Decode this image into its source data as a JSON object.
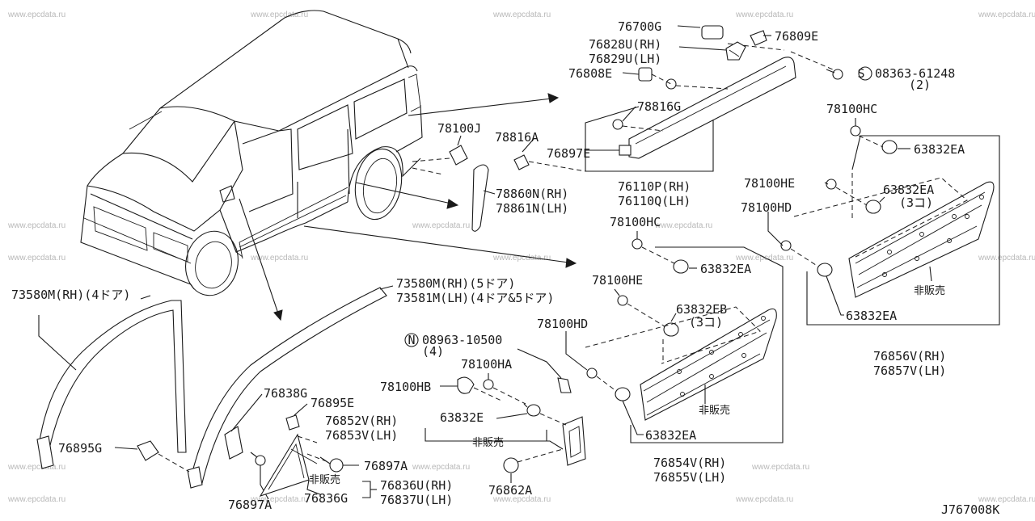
{
  "diagram": {
    "ref_code": "J767008K",
    "watermark": "www.epcdata.ru",
    "labels": {
      "p76700G": "76700G",
      "p76809E": "76809E",
      "p76828U": "76828U(RH)",
      "p76829U": "76829U(LH)",
      "p76808E": "76808E",
      "p08363": "08363-61248",
      "p08363q": "(2)",
      "p78816G": "78816G",
      "p78100J": "78100J",
      "p78816A": "78816A",
      "p76897E": "76897E",
      "p76110P": "76110P(RH)",
      "p76110Q": "76110Q(LH)",
      "p78860N": "78860N(RH)",
      "p78861N": "78861N(LH)",
      "p78100HC_r": "78100HC",
      "p63832EA_r1": "63832EA",
      "p78100HE_r": "78100HE",
      "p63832EA_r2": "63832EA",
      "p3ko_r": "(3コ)",
      "p78100HD_r": "78100HD",
      "p63832EA_r3": "63832EA",
      "p_notsold_r": "非販売",
      "p76856V": "76856V(RH)",
      "p76857V": "76857V(LH)",
      "p78100HC_m": "78100HC",
      "p63832EA_m1": "63832EA",
      "p78100HE_m": "78100HE",
      "p63832EB": "63832EB",
      "p3ko_m": "(3コ)",
      "p78100HD_m": "78100HD",
      "p63832EA_m2": "63832EA",
      "p_notsold_m": "非販売",
      "p76854V": "76854V(RH)",
      "p76855V": "76855V(LH)",
      "p73580M_l": "73580M(RH)(4ドア)",
      "p73580M_r": "73580M(RH)(5ドア)",
      "p73581M": "73581M(LH)(4ドア&5ドア)",
      "p08963": "08963-10500",
      "p08963q": "(4)",
      "p78100HA": "78100HA",
      "p78100HB": "78100HB",
      "p76852V": "76852V(RH)",
      "p76853V": "76853V(LH)",
      "p63832E": "63832E",
      "p_notsold_b": "非販売",
      "p76838G": "76838G",
      "p76895E": "76895E",
      "p76895G": "76895G",
      "p76897A_1": "76897A",
      "p76897A_2": "76897A",
      "p_notsold_c": "非販売",
      "p76836G": "76836G",
      "p76836U": "76836U(RH)",
      "p76837U": "76837U(LH)",
      "p76862A": "76862A"
    },
    "symbols": {
      "s_mark": "S",
      "n_mark": "N"
    }
  }
}
